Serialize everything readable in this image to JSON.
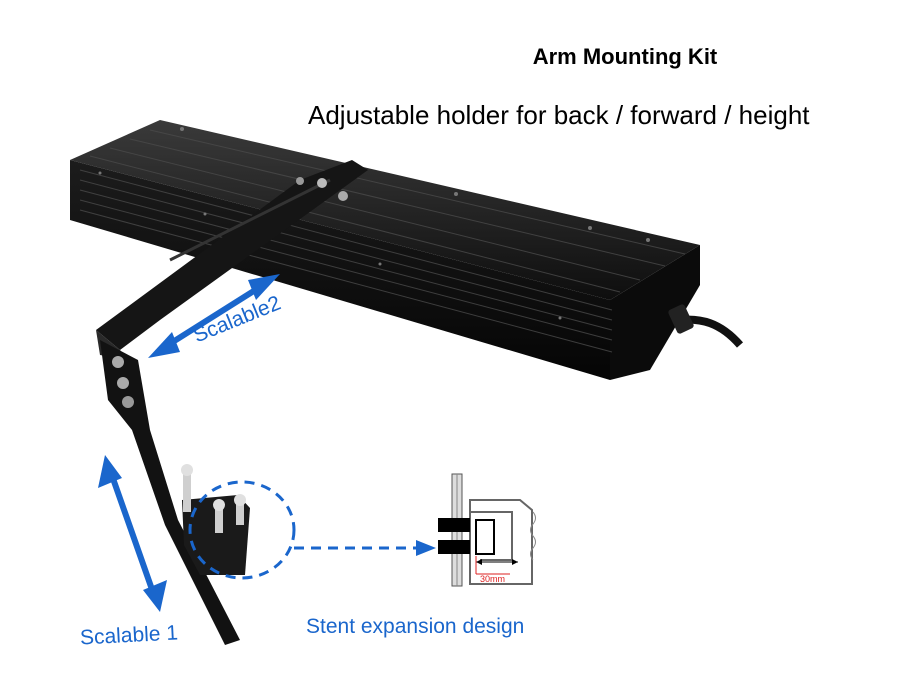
{
  "title": "Arm Mounting Kit",
  "subtitle": "Adjustable holder for back / forward / height",
  "labels": {
    "scalable2": "Scalable2",
    "scalable1": "Scalable 1",
    "stent": "Stent expansion design",
    "dimension": "30mm"
  },
  "colors": {
    "accent": "#1a66cc",
    "fixture": "#151515",
    "dimension": "#dd2222"
  }
}
